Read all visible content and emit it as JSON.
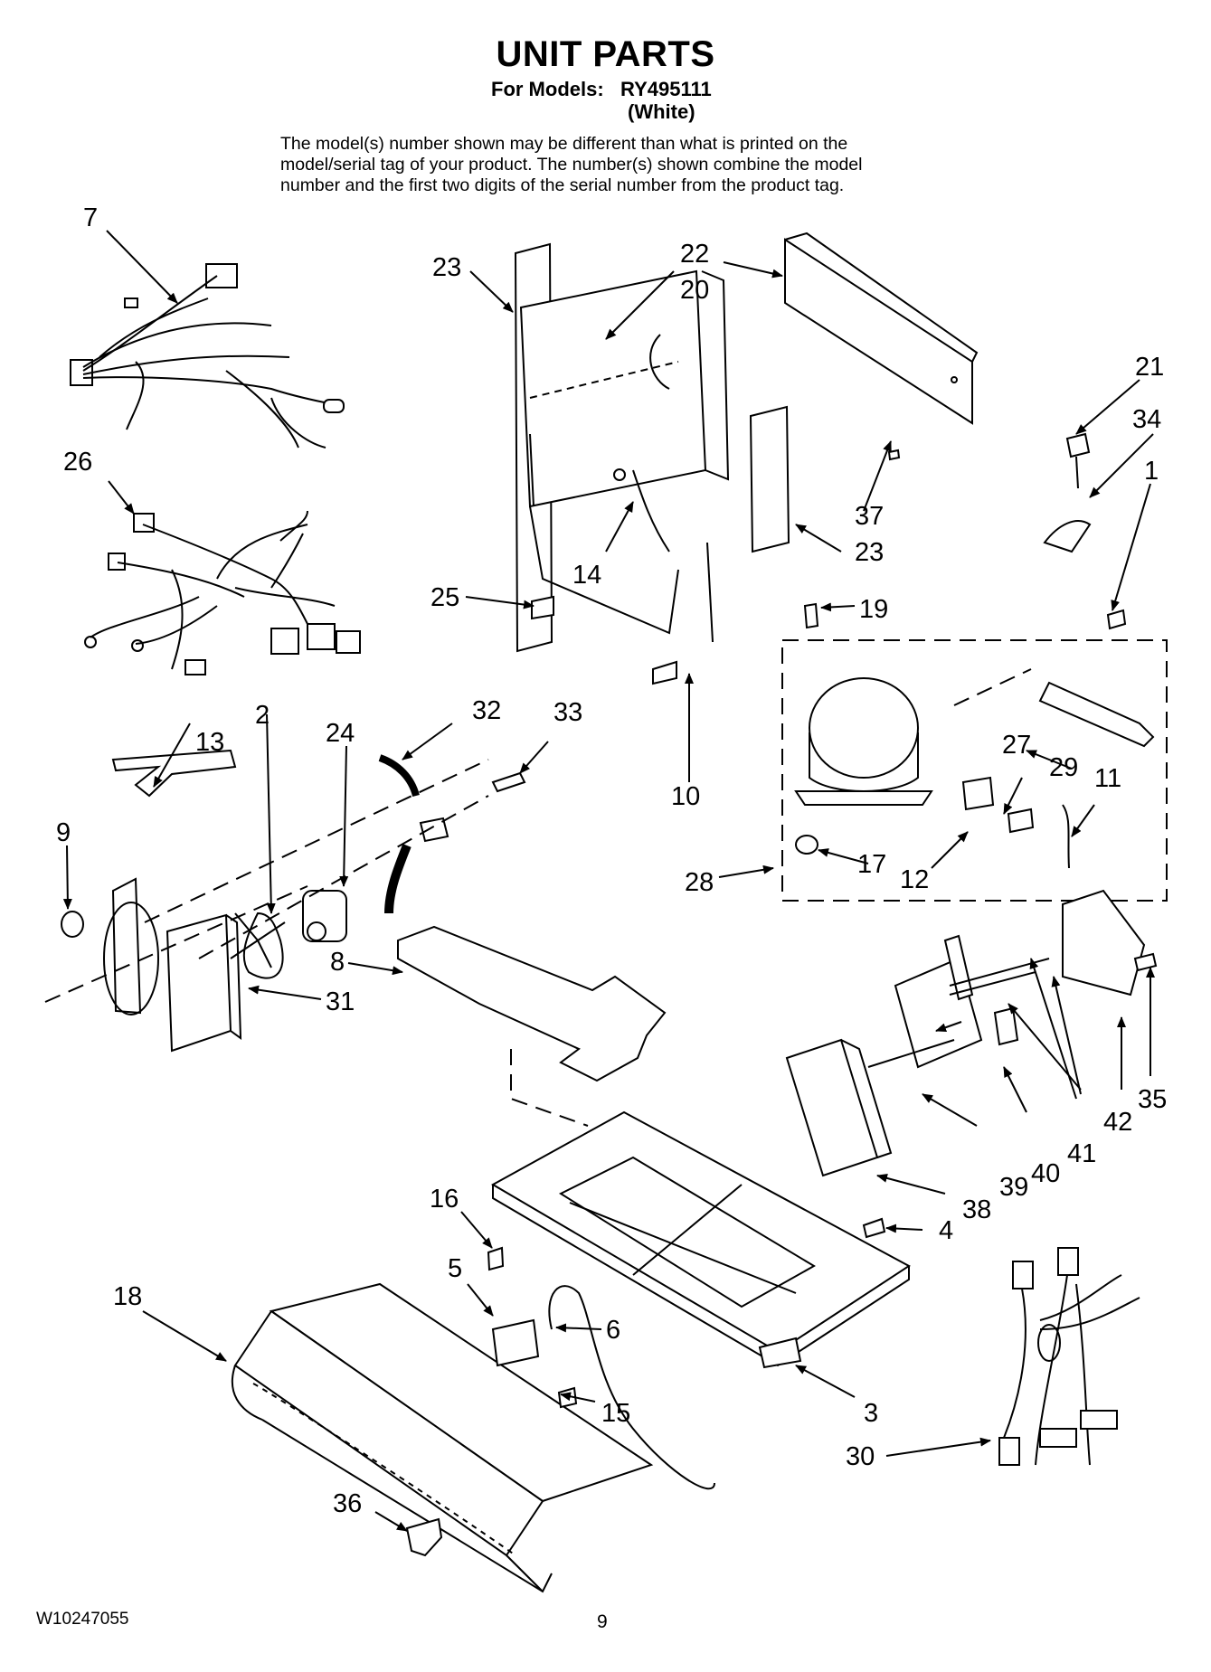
{
  "header": {
    "title": "UNIT PARTS",
    "models_label": "For Models:",
    "model_number": "RY495111",
    "model_color": "(White)",
    "note_lines": [
      "The model(s) number shown may be different than what is printed on the",
      "model/serial tag of your product. The number(s) shown combine the model",
      "number and the first two digits of the serial number from the product tag."
    ]
  },
  "callouts": {
    "c1": "1",
    "c2": "2",
    "c3": "3",
    "c4": "4",
    "c5": "5",
    "c6": "6",
    "c7": "7",
    "c8": "8",
    "c9": "9",
    "c10": "10",
    "c11": "11",
    "c12": "12",
    "c13": "13",
    "c14": "14",
    "c15": "15",
    "c16": "16",
    "c17": "17",
    "c18": "18",
    "c19": "19",
    "c20": "20",
    "c21": "21",
    "c22": "22",
    "c23a": "23",
    "c23b": "23",
    "c24": "24",
    "c25": "25",
    "c26": "26",
    "c27": "27",
    "c28": "28",
    "c29": "29",
    "c30": "30",
    "c31": "31",
    "c32": "32",
    "c33": "33",
    "c34": "34",
    "c35": "35",
    "c36": "36",
    "c37": "37",
    "c38": "38",
    "c39": "39",
    "c40": "40",
    "c41": "41",
    "c42": "42"
  },
  "footer": {
    "doc_code": "W10247055",
    "page_number": "9"
  }
}
